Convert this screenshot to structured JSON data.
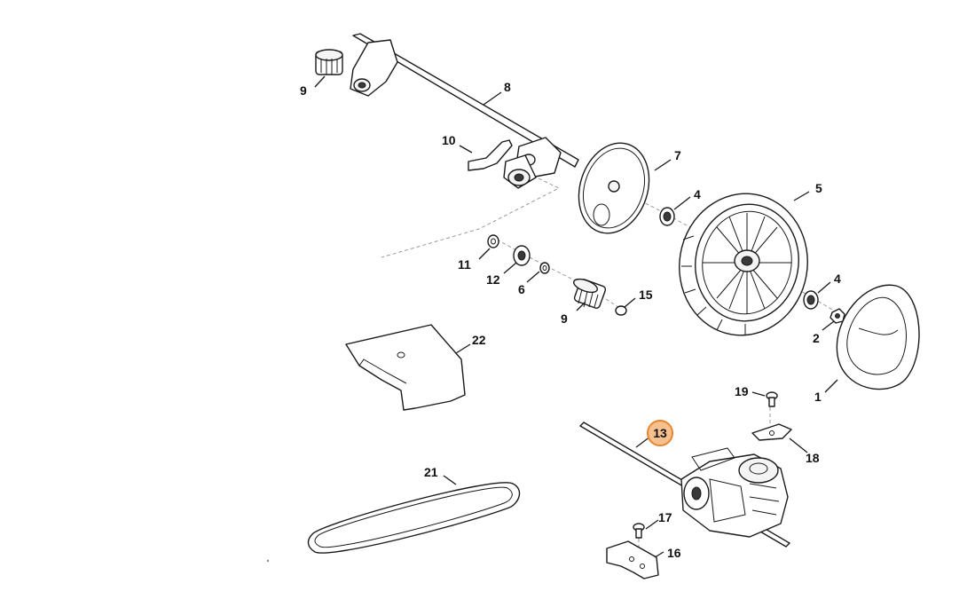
{
  "diagram": {
    "highlight_color": "#e8862f",
    "highlight_fill": "#f6c08f",
    "highlighted_part": "13",
    "callouts": {
      "c1": "1",
      "c2": "2",
      "c4a": "4",
      "c4b": "4",
      "c5": "5",
      "c6": "6",
      "c7": "7",
      "c8": "8",
      "c9a": "9",
      "c9b": "9",
      "c10": "10",
      "c11": "11",
      "c12": "12",
      "c13": "13",
      "c15": "15",
      "c16": "16",
      "c17": "17",
      "c18": "18",
      "c19": "19",
      "c21": "21",
      "c22": "22"
    }
  }
}
